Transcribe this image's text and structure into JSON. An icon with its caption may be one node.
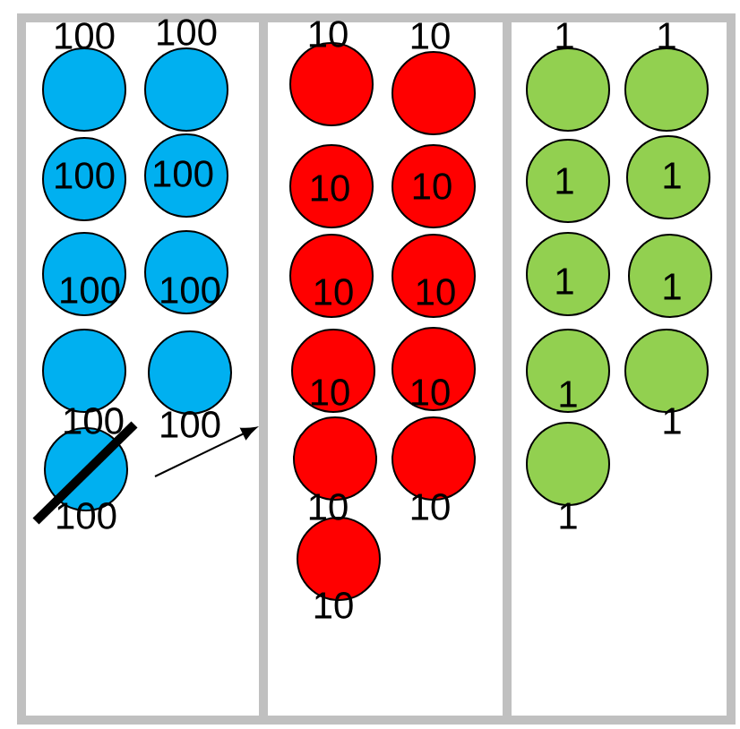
{
  "diagram": {
    "nodes": [
      {
        "text": [],
        "shape": "box"
      },
      {
        "text": [
          "100"
        ],
        "in": 0
      },
      {
        "text": [
          "100"
        ],
        "in": 0
      },
      {
        "text": [
          "100"
        ],
        "in": 0
      },
      {
        "text": [
          "100"
        ],
        "in": 0
      },
      {
        "text": [
          "100"
        ],
        "in": 0
      },
      {
        "text": [
          "100"
        ],
        "in": 0
      },
      {
        "text": [
          "100"
        ],
        "in": 0
      },
      {
        "text": [
          "100"
        ],
        "in": 0
      },
      {
        "text": [
          "100"
        ],
        "in": 0
      },
      {
        "text": [],
        "shape": "box"
      },
      {
        "text": [
          "10"
        ],
        "in": 10
      },
      {
        "text": [
          "10"
        ],
        "in": 10
      },
      {
        "text": [
          "10"
        ],
        "in": 10
      },
      {
        "text": [
          "10"
        ],
        "in": 10
      },
      {
        "text": [
          "10"
        ],
        "in": 10
      },
      {
        "text": [
          "10"
        ],
        "in": 10
      },
      {
        "text": [
          "10"
        ],
        "in": 10
      },
      {
        "text": [
          "10"
        ],
        "in": 10
      },
      {
        "text": [
          "10"
        ],
        "in": 10
      },
      {
        "text": [
          "10"
        ],
        "in": 10
      },
      {
        "text": [
          "10"
        ],
        "in": 10
      },
      {
        "text": [],
        "shape": "box"
      },
      {
        "text": [
          "1"
        ],
        "in": 22
      },
      {
        "text": [
          "1"
        ],
        "in": 22
      },
      {
        "text": [
          "1"
        ],
        "in": 22
      },
      {
        "text": [
          "1"
        ],
        "in": 22
      },
      {
        "text": [
          "1"
        ],
        "in": 22
      },
      {
        "text": [
          "1"
        ],
        "in": 22
      },
      {
        "text": [
          "1"
        ],
        "in": 22
      },
      {
        "text": [
          "1"
        ],
        "in": 22
      },
      {
        "text": [
          "1"
        ],
        "in": 22
      }
    ],
    "edges": [
      {
        "from": 9,
        "to": 10,
        "arrow": "to"
      }
    ]
  }
}
